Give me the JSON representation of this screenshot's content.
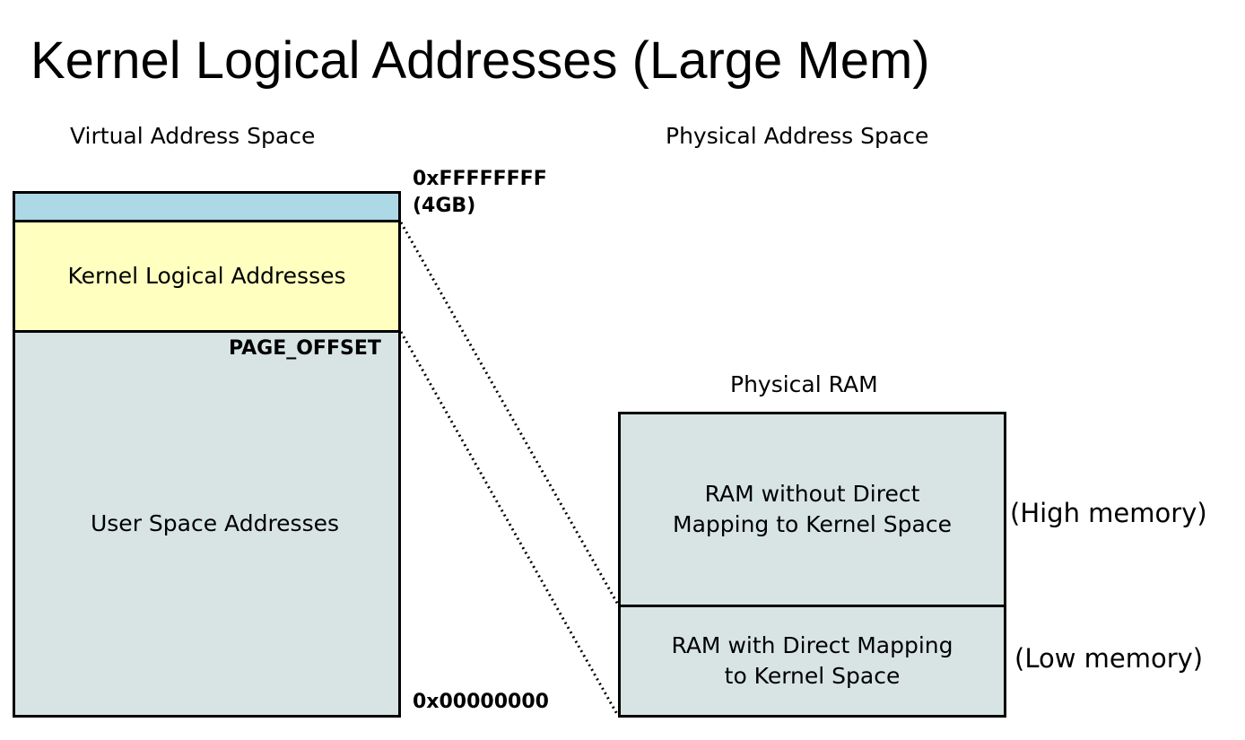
{
  "title": "Kernel Logical Addresses (Large Mem)",
  "virtual": {
    "header": "Virtual Address Space",
    "regions": {
      "top": {
        "label": "",
        "color": "#add8e6"
      },
      "kernel": {
        "label": "Kernel Logical Addresses",
        "color": "#ffffc0"
      },
      "user": {
        "label": "User Space Addresses",
        "color": "#d8e4e4"
      }
    },
    "addresses": {
      "top_line1": "0xFFFFFFFF",
      "top_line2": "(4GB)",
      "page_offset": "PAGE_OFFSET",
      "bottom": "0x00000000"
    }
  },
  "physical": {
    "header": "Physical Address Space",
    "ram_label": "Physical RAM",
    "regions": {
      "high": {
        "line1": "RAM without Direct",
        "line2": "Mapping to Kernel Space",
        "side_label": "(High memory)",
        "color": "#d8e4e4"
      },
      "low": {
        "line1": "RAM with Direct Mapping",
        "line2": "to Kernel Space",
        "side_label": "(Low memory)",
        "color": "#d8e4e4"
      }
    }
  },
  "mapping": {
    "style": "dotted",
    "from": "Kernel Logical Addresses",
    "to": "RAM with Direct Mapping to Kernel Space"
  }
}
